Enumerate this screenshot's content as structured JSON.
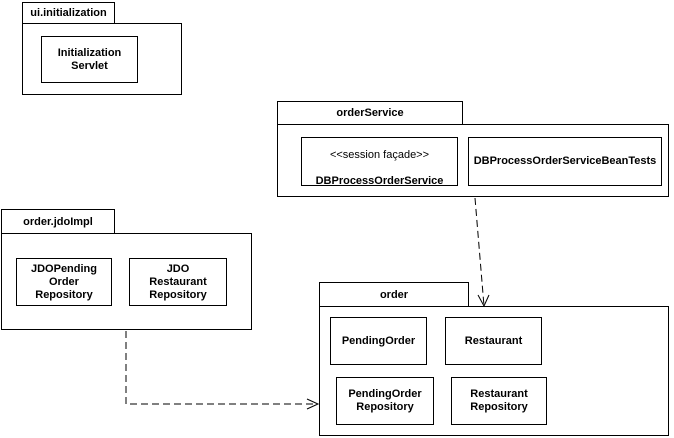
{
  "packages": {
    "ui_initialization": {
      "name": "ui.initialization",
      "classes": {
        "initialization_servlet": "Initialization\nServlet"
      }
    },
    "order_service": {
      "name": "orderService",
      "classes": {
        "db_process_order_service_stereotype": "<<session façade>>",
        "db_process_order_service": "DBProcessOrderService",
        "db_process_order_service_bean_tests": "DBProcessOrderServiceBeanTests"
      }
    },
    "order_jdoimpl": {
      "name": "order.jdoImpl",
      "classes": {
        "jdo_pending_order_repository": "JDOPending\nOrder\nRepository",
        "jdo_restaurant_repository": "JDO\nRestaurant\nRepository"
      }
    },
    "order": {
      "name": "order",
      "classes": {
        "pending_order": "PendingOrder",
        "restaurant": "Restaurant",
        "pending_order_repository": "PendingOrder\nRepository",
        "restaurant_repository": "Restaurant\nRepository"
      }
    }
  },
  "dependencies": [
    {
      "from": "orderService",
      "to": "order"
    },
    {
      "from": "order.jdoImpl",
      "to": "order"
    }
  ]
}
